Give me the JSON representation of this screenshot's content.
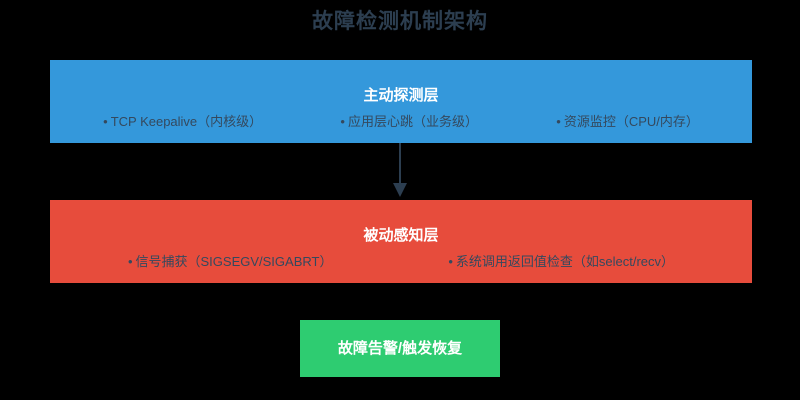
{
  "title": "故障检测机制架构",
  "colors": {
    "background": "#000000",
    "title_text": "#2c3e50",
    "active_layer": "#3498db",
    "passive_layer": "#e74c3c",
    "result_box": "#2ecc71",
    "heading_text": "#ffffff",
    "item_text": "#34495e",
    "arrow": "#2c3e50"
  },
  "layers": [
    {
      "key": "active",
      "heading": "主动探测层",
      "items": [
        {
          "bullet": "•",
          "label": "TCP Keepalive（内核级）"
        },
        {
          "bullet": "•",
          "label": "应用层心跳（业务级）"
        },
        {
          "bullet": "•",
          "label": "资源监控（CPU/内存）"
        }
      ]
    },
    {
      "key": "passive",
      "heading": "被动感知层",
      "items": [
        {
          "bullet": "•",
          "label": "信号捕获（SIGSEGV/SIGABRT）"
        },
        {
          "bullet": "•",
          "label": "系统调用返回值检查（如select/recv）"
        }
      ]
    }
  ],
  "result": {
    "label": "故障告警/触发恢复"
  },
  "arrows": [
    {
      "from": "active",
      "to": "passive",
      "direction": "down",
      "icon": "arrow-down-icon"
    }
  ]
}
